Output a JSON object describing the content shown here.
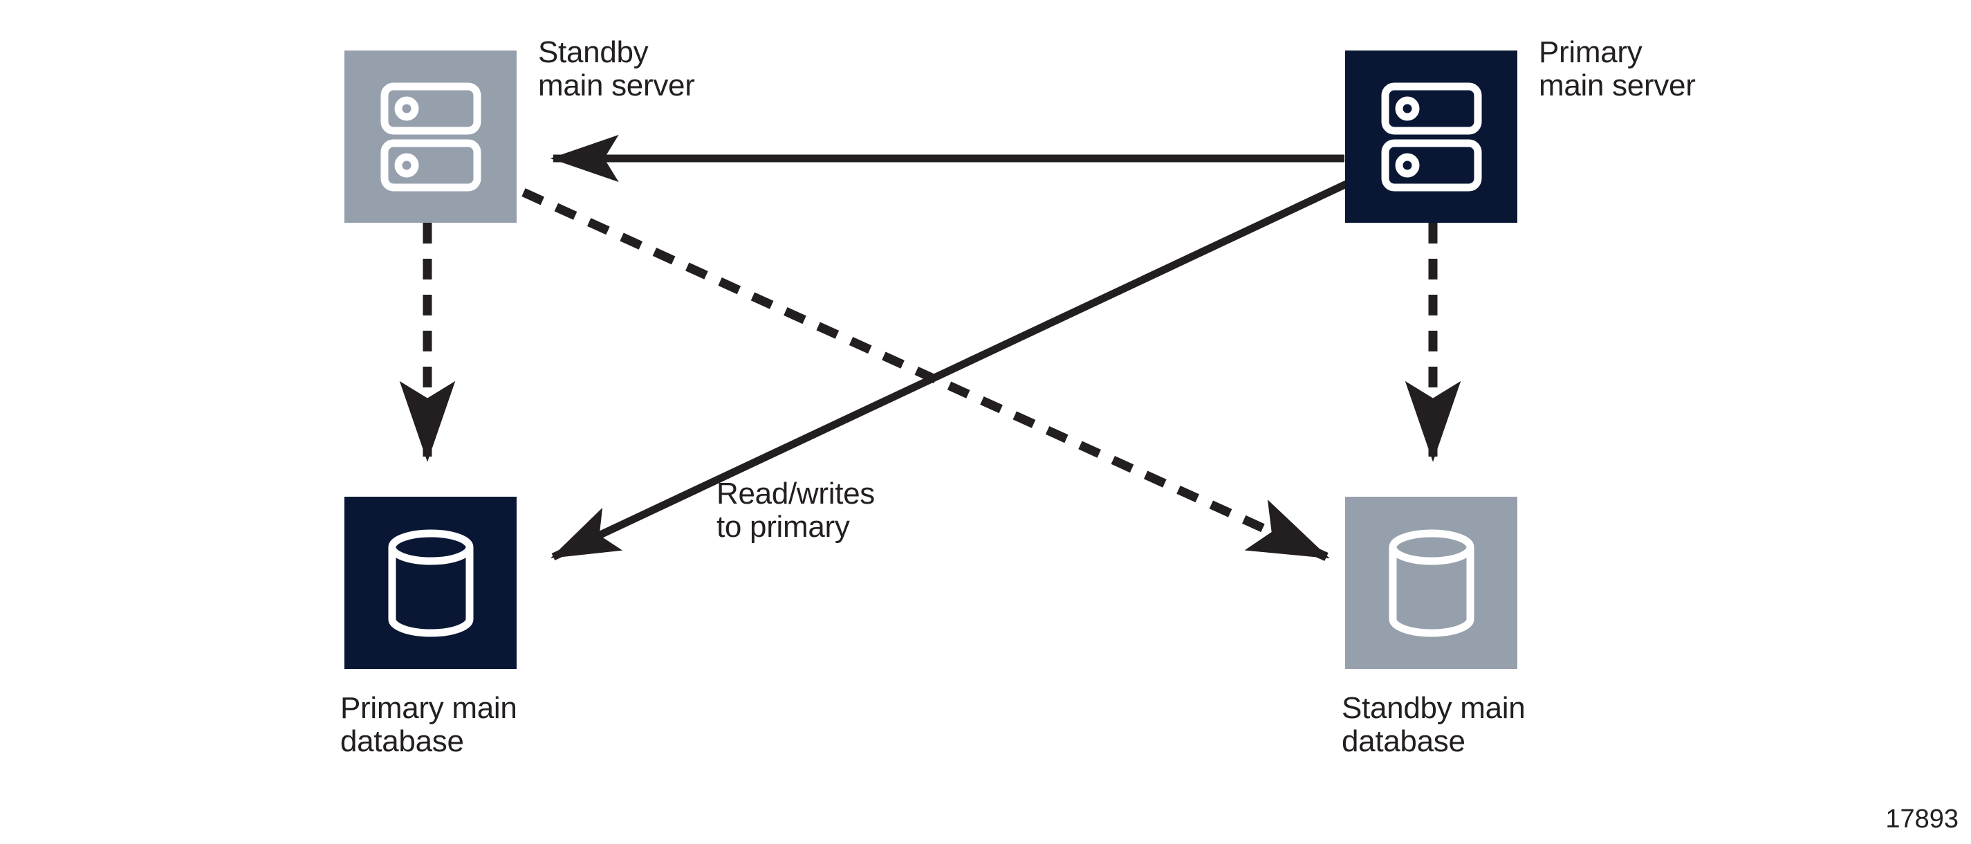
{
  "figure": {
    "number": "17893",
    "background_color": "#ffffff",
    "line_color": "#231f20",
    "standby_color": "#96a0ad",
    "primary_color": "#0a1734"
  },
  "nodes": [
    {
      "id": "standby-main-server",
      "icon": "server-icon",
      "role": "standby",
      "kind": "server",
      "fill": "#96a0ad",
      "label": "Standby\nmain server",
      "label_position": "right"
    },
    {
      "id": "primary-main-server",
      "icon": "server-icon",
      "role": "primary",
      "kind": "server",
      "fill": "#0a1734",
      "label": "Primary\nmain server",
      "label_position": "right"
    },
    {
      "id": "primary-main-database",
      "icon": "database-icon",
      "role": "primary",
      "kind": "database",
      "fill": "#0a1734",
      "label": "Primary main\ndatabase",
      "label_position": "below"
    },
    {
      "id": "standby-main-database",
      "icon": "database-icon",
      "role": "standby",
      "kind": "database",
      "fill": "#96a0ad",
      "label": "Standby main\ndatabase",
      "label_position": "below"
    }
  ],
  "connections": [
    {
      "id": "primary-server-to-standby-server",
      "from": "primary-main-server",
      "to": "standby-main-server",
      "style": "solid",
      "arrow": "end",
      "label": ""
    },
    {
      "id": "primary-server-to-primary-database",
      "from": "primary-main-server",
      "to": "primary-main-database",
      "style": "solid",
      "arrow": "end",
      "label": "Read/writes\nto primary"
    },
    {
      "id": "standby-server-to-standby-database",
      "from": "standby-main-server",
      "to": "standby-main-database",
      "style": "dashed",
      "arrow": "end",
      "label": ""
    },
    {
      "id": "standby-server-to-primary-database",
      "from": "standby-main-server",
      "to": "primary-main-database",
      "style": "dashed",
      "arrow": "end",
      "label": ""
    },
    {
      "id": "primary-server-to-standby-database",
      "from": "primary-main-server",
      "to": "standby-main-database",
      "style": "dashed",
      "arrow": "end",
      "label": ""
    }
  ],
  "edge_labels": [
    {
      "id": "read-writes-to-primary",
      "text": "Read/writes\nto primary"
    }
  ]
}
